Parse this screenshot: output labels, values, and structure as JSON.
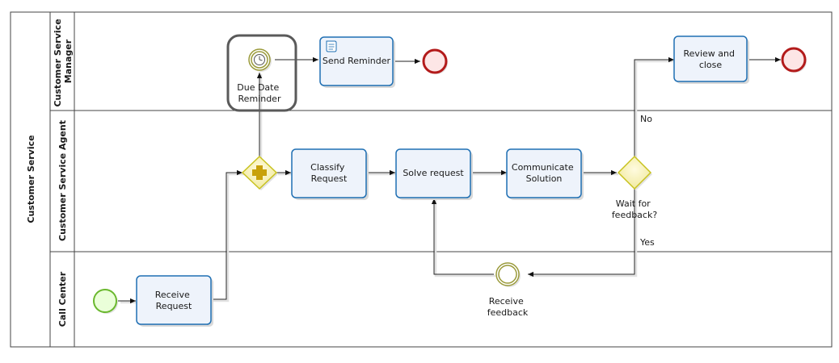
{
  "pool": {
    "title": "Customer Service"
  },
  "lanes": {
    "manager": "Customer Service Manager",
    "agent": "Customer Service Agent",
    "call_center": "Call Center"
  },
  "tasks": {
    "receive_request": [
      "Receive",
      "Request"
    ],
    "classify_request": [
      "Classify",
      "Request"
    ],
    "solve_request": [
      "Solve request"
    ],
    "communicate_solution": [
      "Communicate",
      "Solution"
    ],
    "send_reminder": [
      "Send Reminder"
    ],
    "review_close": [
      "Review and",
      "close"
    ]
  },
  "events": {
    "due_date_reminder": [
      "Due Date",
      "Reminder"
    ],
    "receive_feedback": [
      "Receive",
      "feedback"
    ]
  },
  "gateway": {
    "wait_feedback": [
      "Wait for",
      "feedback?"
    ]
  },
  "flow_labels": {
    "no": "No",
    "yes": "Yes"
  },
  "colors": {
    "task_stroke": "#1f6fb3",
    "task_fill": "#eef3fb",
    "start_event": "#6ab82e",
    "end_event": "#b31b1b",
    "intermediate_event": "#9a9a3a",
    "gateway": "#c8c21e",
    "highlight": "#5a5a5a"
  },
  "icons": {
    "timer": "clock-icon",
    "send_task": "scroll-icon",
    "parallel": "plus-icon"
  }
}
